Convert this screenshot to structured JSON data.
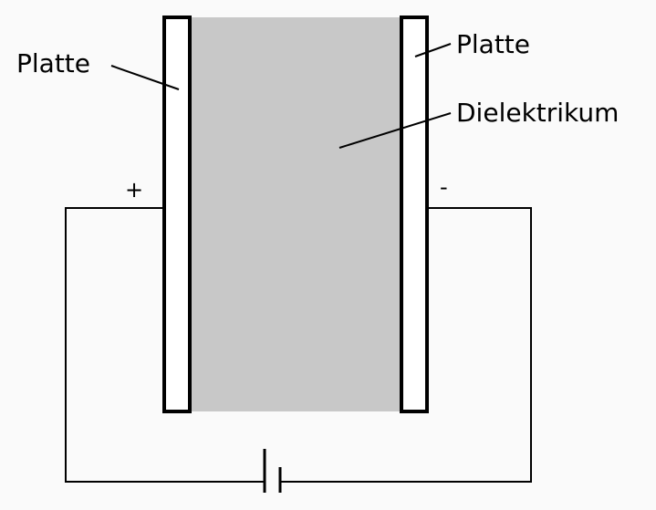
{
  "labels": {
    "left_plate": "Platte",
    "right_plate": "Platte",
    "dielectric": "Dielektrikum",
    "positive_terminal": "+",
    "negative_terminal": "-"
  },
  "colors": {
    "background": "#fafafa",
    "dielectric_fill": "#c8c8c8",
    "plate_fill": "#ffffff",
    "stroke": "#000000"
  }
}
